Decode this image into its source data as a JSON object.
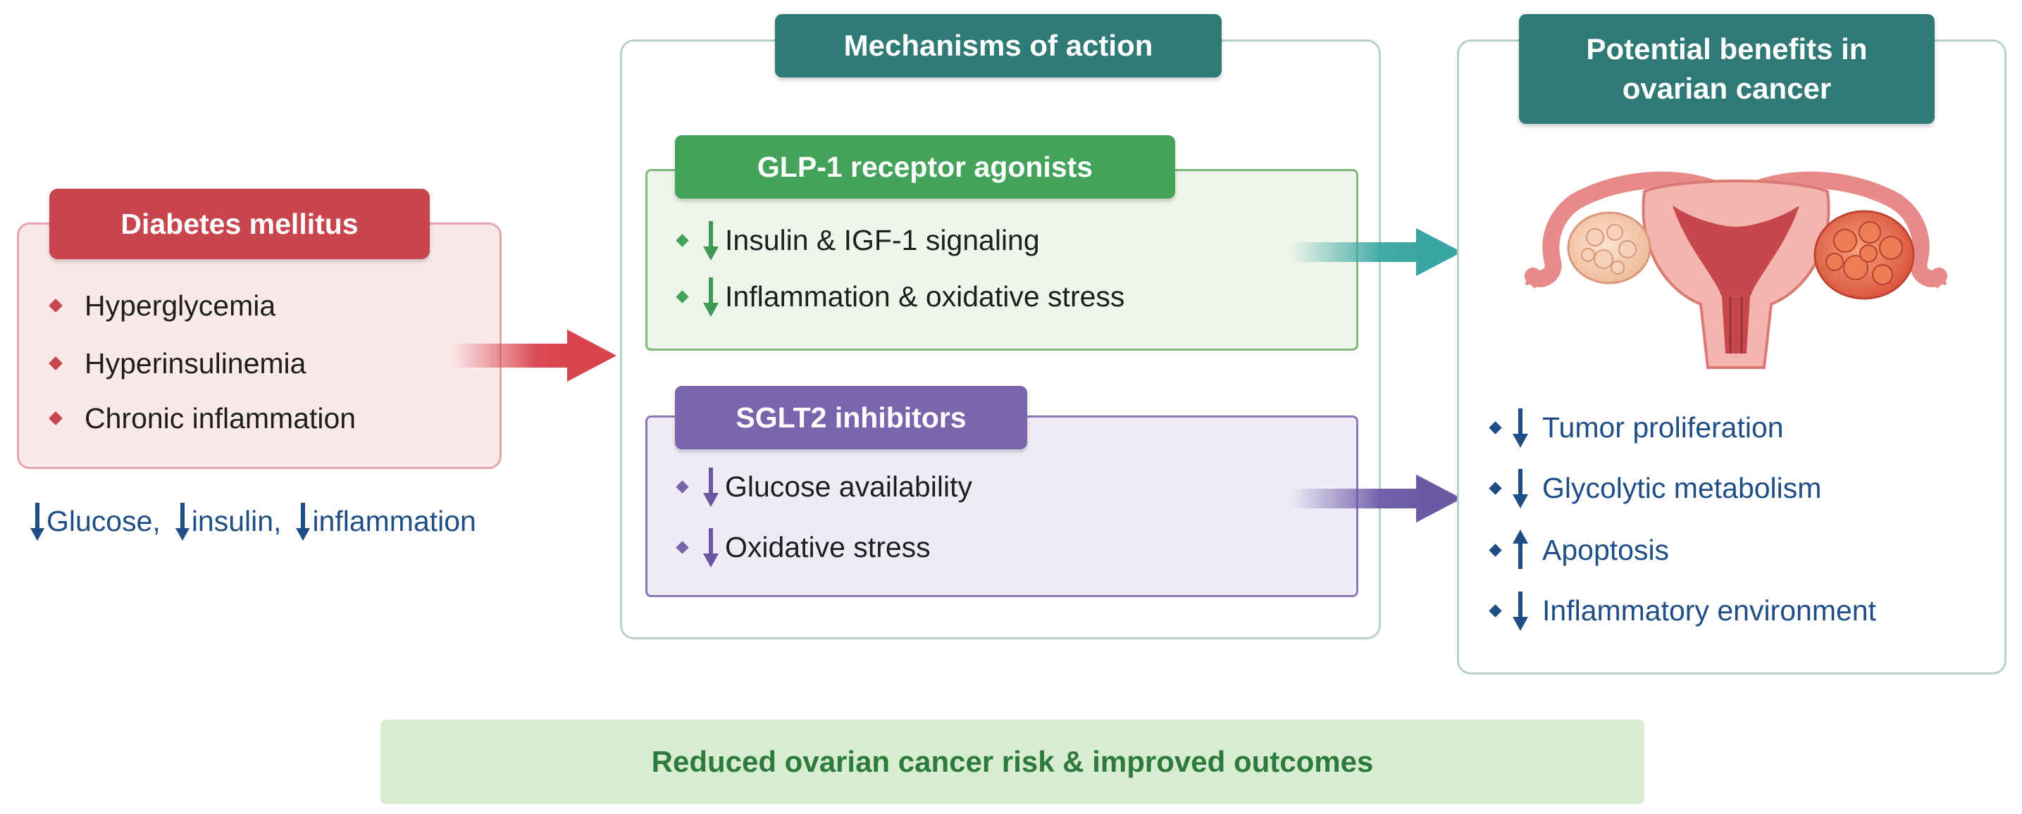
{
  "diabetes": {
    "title": "Diabetes mellitus",
    "items": [
      "Hyperglycemia",
      "Hyperinsulinemia",
      "Chronic inflammation"
    ],
    "effects": [
      "Glucose,",
      "insulin,",
      "inflammation"
    ]
  },
  "mechanisms": {
    "title": "Mechanisms of action",
    "glp1": {
      "title": "GLP-1 receptor agonists",
      "items": [
        "Insulin & IGF-1 signaling",
        "Inflammation & oxidative stress"
      ]
    },
    "sglt2": {
      "title": "SGLT2 inhibitors",
      "items": [
        "Glucose availability",
        "Oxidative stress"
      ]
    }
  },
  "benefits": {
    "title_line1": "Potential benefits in",
    "title_line2": "ovarian cancer",
    "items": [
      {
        "label": "Tumor proliferation",
        "direction": "down"
      },
      {
        "label": "Glycolytic metabolism",
        "direction": "down"
      },
      {
        "label": "Apoptosis",
        "direction": "up"
      },
      {
        "label": "Inflammatory environment",
        "direction": "down"
      }
    ]
  },
  "outcome": "Reduced ovarian cancer risk & improved outcomes",
  "colors": {
    "diabetes": "#c9454e",
    "teal": "#2f7a76",
    "glp1": "#43a35a",
    "sglt2": "#7a64ab",
    "benefit_text": "#1f4e86",
    "outcome_text": "#2d7a3d"
  },
  "icons": [
    "down-arrow-icon",
    "up-arrow-icon",
    "diamond-bullet-icon",
    "uterus-ovaries-icon",
    "flow-arrow-icon"
  ]
}
